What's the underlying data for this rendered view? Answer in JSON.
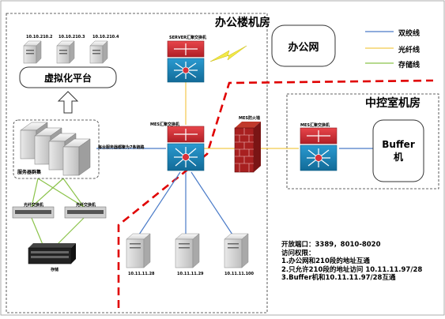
{
  "rooms": {
    "office": "办公楼机房",
    "central": "中控室机房"
  },
  "legend": {
    "items": [
      {
        "label": "双绞线",
        "color": "#4a7bc8"
      },
      {
        "label": "光纤线",
        "color": "#f2c94c"
      },
      {
        "label": "存储线",
        "color": "#8bc34a"
      }
    ]
  },
  "virtual_platform": {
    "label": "虚拟化平台",
    "hosts": [
      "10.10.210.2",
      "10.10.210.3",
      "10.10.210.4"
    ]
  },
  "server_cluster": {
    "label": "服务器群集"
  },
  "fc_switches": [
    "光纤交换机",
    "光纤交换机"
  ],
  "storage": {
    "label": "存储"
  },
  "core_switch": {
    "label": "SERVER汇聚交换机"
  },
  "office_network": {
    "label": "办公网"
  },
  "mes_switch": {
    "label": "MES汇聚交换机"
  },
  "mes_firewall": {
    "label": "MES防火墙"
  },
  "central_switch": {
    "label": "MES汇聚交换机"
  },
  "buffer": {
    "label": "Buffer\n机"
  },
  "link_note": "每台服务器都聚为7条链路",
  "bottom_servers": [
    "10.11.11.28",
    "10.11.11.29",
    "10.11.11.100"
  ],
  "notes": [
    "开放端口：3389，8010-8020",
    "访问权限：",
    "1.办公网和210段的地址互通",
    "2.只允许210段的地址访问 10.11.11.97/28",
    "3.Buffer机和10.11.11.97/28互通"
  ],
  "colors": {
    "twisted_pair": "#4a7bc8",
    "fiber": "#f2c94c",
    "storage": "#8bc34a",
    "boundary": "#e00000",
    "switch": "#1a7fb0",
    "router": "#d8323a"
  }
}
